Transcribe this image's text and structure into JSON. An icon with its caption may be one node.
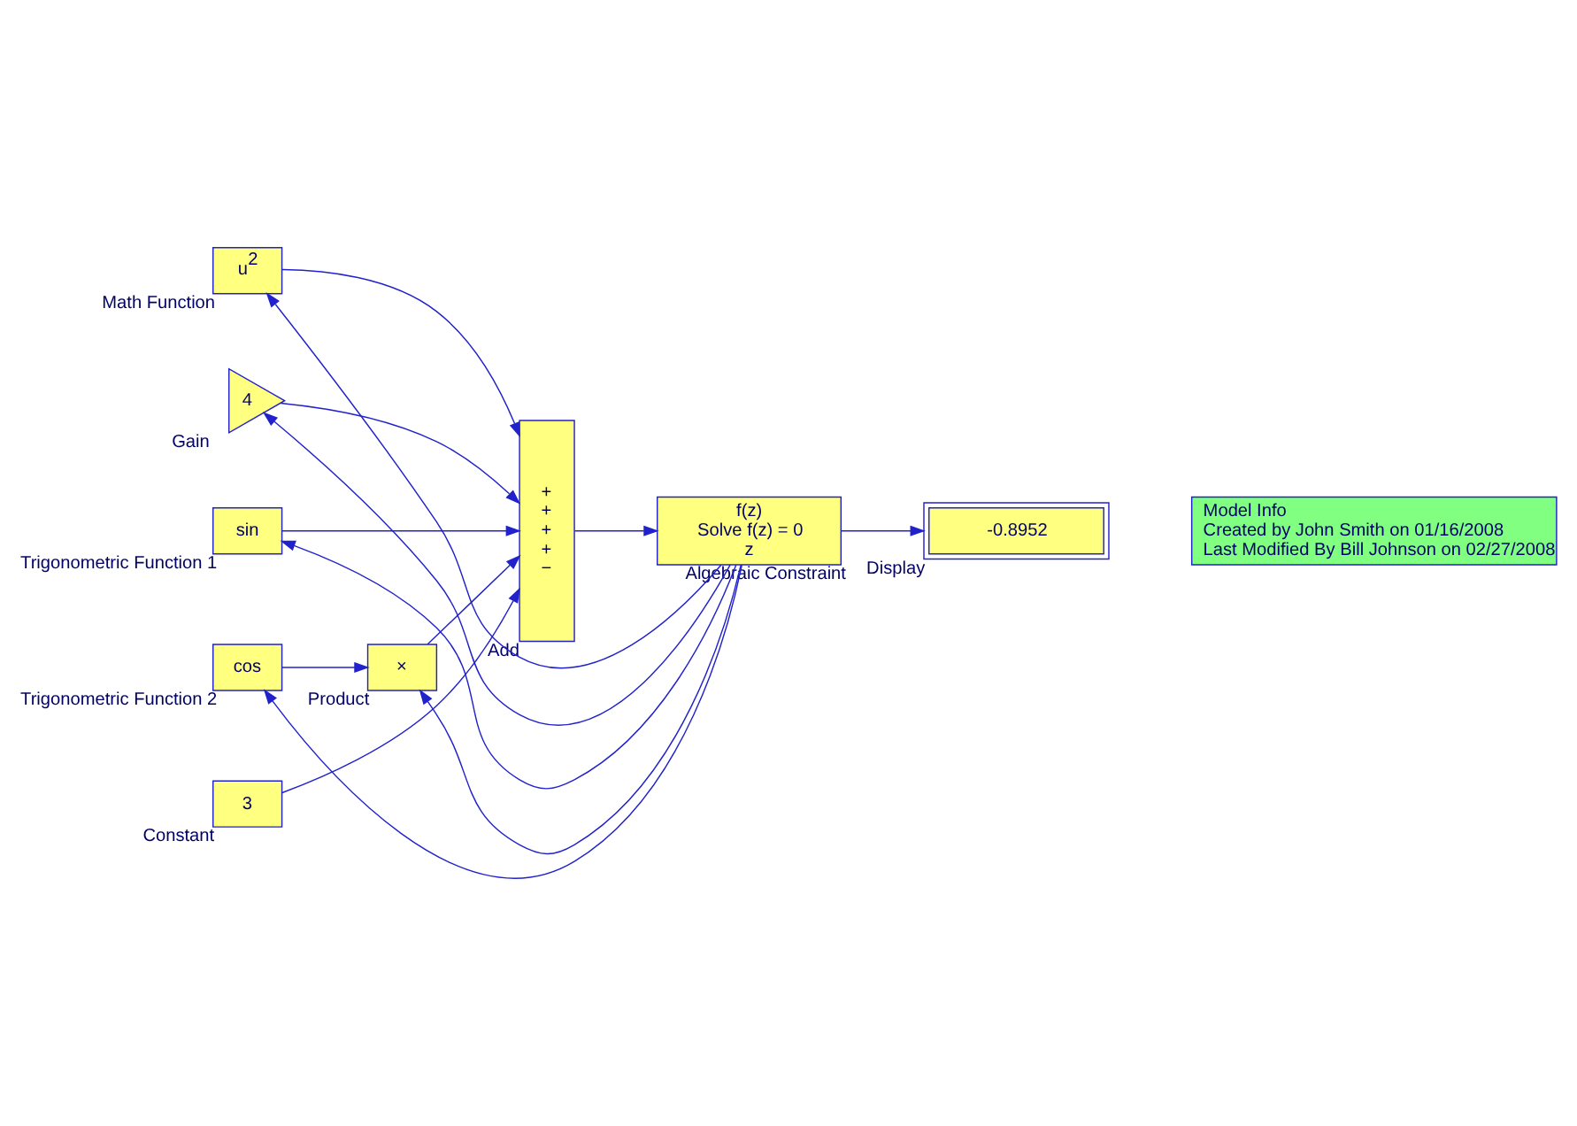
{
  "diagram": {
    "nodes": [
      {
        "text": [
          "u$^{2}$"
        ],
        "beside": [
          "Math Function"
        ]
      },
      {
        "text": [
          "4"
        ],
        "beside": [
          "Gain"
        ]
      },
      {
        "text": [
          "3"
        ],
        "beside": [
          "Constant"
        ]
      },
      {
        "text": [
          "sin"
        ],
        "beside": [
          "Trigonometric Function 1"
        ]
      },
      {
        "text": [
          "cos"
        ],
        "beside": [
          "Trigonometric Function 2"
        ]
      },
      {
        "text": [
          "×"
        ],
        "beside": [
          "Product"
        ]
      },
      {
        "text": [
          "+",
          "+",
          "+",
          "+",
          "−"
        ],
        "beside": [
          "Add"
        ]
      },
      {
        "text": [
          "f(z)",
          "Solve f(z) = 0",
          "z"
        ],
        "beside": [
          "Algebraic Constraint"
        ]
      },
      {
        "text": [
          "-0.8952"
        ],
        "beside": [
          "Display"
        ]
      },
      {
        "text": [
          "Model Info",
          "Created by John Smith on 01/16/2008",
          "Last Modified By Bill Johnson on 02/27/2008"
        ]
      }
    ],
    "edges": [
      {
        "from": 0,
        "to": 6,
        "arrow": "to"
      },
      {
        "from": 1,
        "to": 6,
        "arrow": "to"
      },
      {
        "from": 2,
        "to": 6,
        "arrow": "to"
      },
      {
        "from": 3,
        "to": 6,
        "arrow": "to"
      },
      {
        "from": 5,
        "to": 6,
        "arrow": "to"
      },
      {
        "from": 4,
        "to": 5,
        "arrow": "to"
      },
      {
        "from": 6,
        "to": 7,
        "arrow": "to"
      },
      {
        "from": 7,
        "to": 8,
        "arrow": "to"
      },
      {
        "from": 7,
        "to": 0,
        "arrow": "to"
      },
      {
        "from": 7,
        "to": 1,
        "arrow": "to"
      },
      {
        "from": 7,
        "to": 3,
        "arrow": "to"
      },
      {
        "from": 7,
        "to": 5,
        "arrow": "to"
      },
      {
        "from": 7,
        "to": 4,
        "arrow": "to"
      }
    ]
  }
}
